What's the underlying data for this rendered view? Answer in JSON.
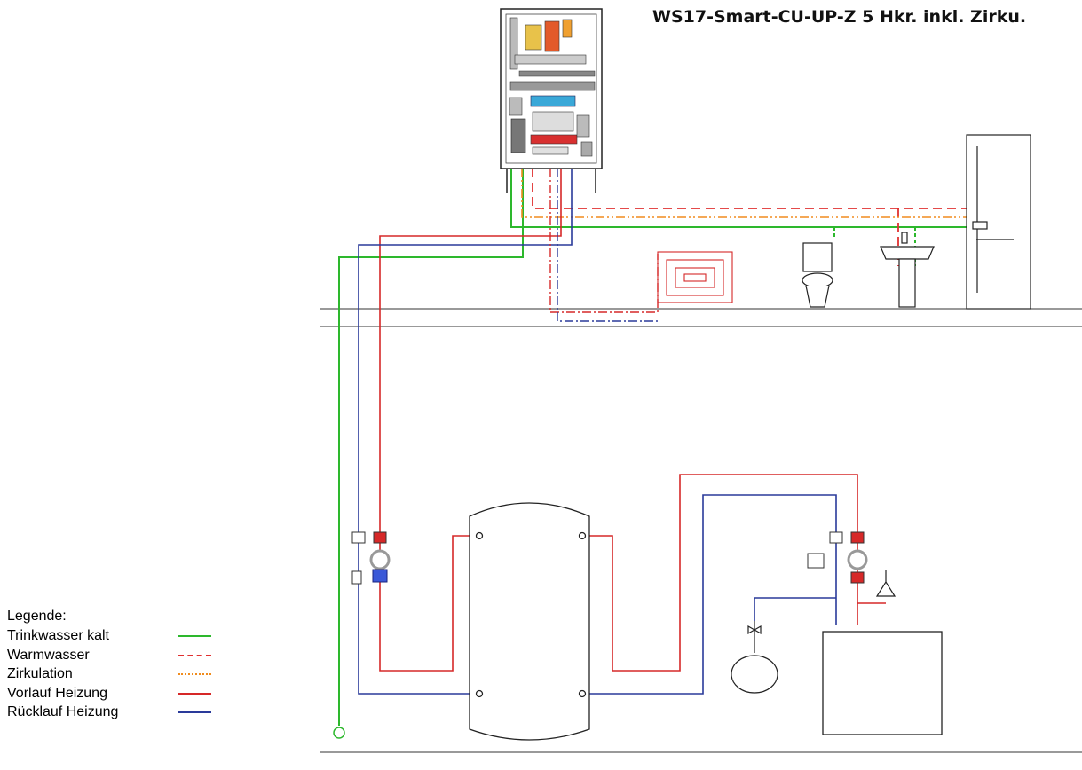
{
  "title": "WS17-Smart-CU-UP-Z 5 Hkr. inkl. Zirku.",
  "legend": {
    "heading": "Legende:",
    "items": [
      {
        "label": "Trinkwasser kalt",
        "color": "#2db82d",
        "line_style": "solid"
      },
      {
        "label": "Warmwasser",
        "color": "#e03030",
        "line_style": "dashed"
      },
      {
        "label": "Zirkulation",
        "color": "#f08c1e",
        "line_style": "dash-dot-dot"
      },
      {
        "label": "Vorlauf Heizung",
        "color": "#d62828",
        "line_style": "solid"
      },
      {
        "label": "Rücklauf Heizung",
        "color": "#2a3a9a",
        "line_style": "solid"
      }
    ]
  },
  "components": [
    {
      "name": "wohnungsstation",
      "icon": "station-unit-icon"
    },
    {
      "name": "fussbodenheizung",
      "icon": "floor-heating-coil-icon"
    },
    {
      "name": "wc",
      "icon": "toilet-icon"
    },
    {
      "name": "waschtisch",
      "icon": "washbasin-icon"
    },
    {
      "name": "dusche",
      "icon": "shower-icon"
    },
    {
      "name": "pufferspeicher",
      "icon": "buffer-tank-icon"
    },
    {
      "name": "waermeerzeuger",
      "icon": "boiler-icon"
    },
    {
      "name": "ausdehnungsgefaess",
      "icon": "expansion-vessel-icon"
    },
    {
      "name": "sicherheitsventil",
      "icon": "safety-valve-icon"
    }
  ]
}
